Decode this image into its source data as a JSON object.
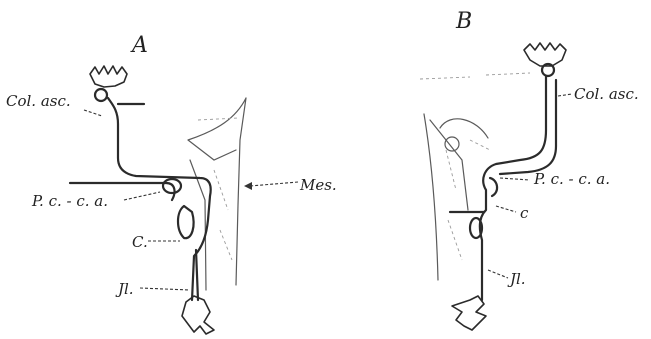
{
  "panels": {
    "a": {
      "letter": "A",
      "labels": {
        "col_asc": "Col. asc.",
        "pc_ca": "P. c. - c. a.",
        "mes": "Mes.",
        "c": "C.",
        "il": "Jl."
      }
    },
    "b": {
      "letter": "B",
      "labels": {
        "col_asc": "Col. asc.",
        "pc_ca": "P. c. - c. a.",
        "c": "c",
        "il": "Jl."
      }
    }
  }
}
